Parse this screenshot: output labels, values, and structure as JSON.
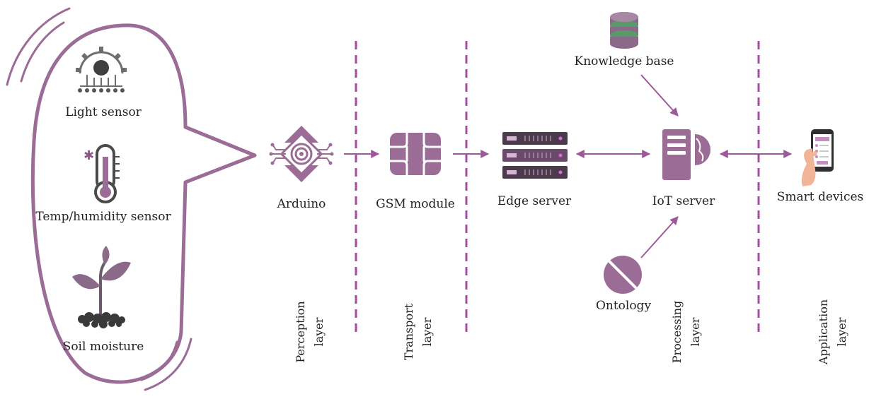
{
  "colors": {
    "accent": "#9a6c96",
    "accent_dark": "#7e5279",
    "divider": "#a64ca0",
    "arrow": "#9e5a98",
    "text": "#222222",
    "green": "#5a9a6a",
    "dark": "#3a3a3a"
  },
  "sensors": {
    "light": "Light sensor",
    "temp": "Temp/humidity sensor",
    "soil": "Soil moisture"
  },
  "nodes": {
    "arduino": "Arduino",
    "gsm": "GSM module",
    "edge": "Edge server",
    "iot": "IoT server",
    "knowledge": "Knowledge base",
    "ontology": "Ontology",
    "smart": "Smart devices"
  },
  "layers": {
    "perception": {
      "line1": "Perception",
      "line2": "layer"
    },
    "transport": {
      "line1": "Transport",
      "line2": "layer"
    },
    "processing": {
      "line1": "Processing",
      "line2": "layer"
    },
    "application": {
      "line1": "Application",
      "line2": "layer"
    }
  },
  "icons": {
    "light": "light-sensor-icon",
    "temp": "thermometer-icon",
    "soil": "plant-icon",
    "arduino": "chip-icon",
    "gsm": "sim-card-icon",
    "edge": "server-rack-icon",
    "iot": "iot-server-icon",
    "knowledge": "database-icon",
    "ontology": "ontology-icon",
    "smart": "smartphone-hand-icon"
  }
}
